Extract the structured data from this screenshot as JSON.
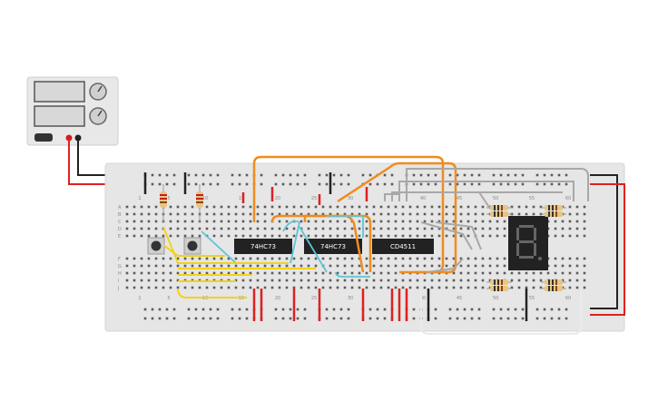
{
  "chips": [
    {
      "label": "74HC73"
    },
    {
      "label": "74HC73"
    },
    {
      "label": "CD4511"
    }
  ],
  "column_numbers": {
    "top": [
      "1",
      "5",
      "10",
      "15",
      "20",
      "25",
      "30",
      "40",
      "45",
      "50",
      "55",
      "60"
    ],
    "bottom": [
      "1",
      "5",
      "10",
      "15",
      "20",
      "25",
      "30",
      "40",
      "45",
      "50",
      "55",
      "60"
    ]
  },
  "row_letters": {
    "upper": [
      "A",
      "B",
      "C",
      "D",
      "E"
    ],
    "lower": [
      "F",
      "G",
      "H",
      "I",
      "J"
    ]
  },
  "display": {
    "digit": "8"
  },
  "colors": {
    "breadboard": "#e6e6e6",
    "wire_orange": "#f08c1e",
    "wire_gray": "#a0a0a0",
    "wire_yellow": "#f2d21e",
    "wire_cyan": "#5bc5d6",
    "wire_red": "#e02020",
    "wire_black": "#222222",
    "chip": "#222222",
    "display_segment": "#555555"
  }
}
